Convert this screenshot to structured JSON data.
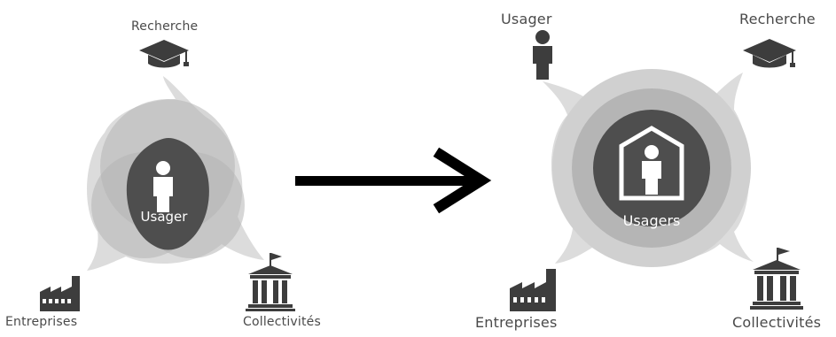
{
  "left_diagram": {
    "center_label": "Usager",
    "top_label": "Recherche",
    "bottom_left_label": "Entreprises",
    "bottom_right_label": "Collectivités"
  },
  "right_diagram": {
    "center_label": "Usagers",
    "top_left_label": "Usager",
    "top_right_label": "Recherche",
    "bottom_left_label": "Entreprises",
    "bottom_right_label": "Collectivités"
  },
  "icons": [
    "graduation-cap-icon",
    "person-icon",
    "factory-icon",
    "government-building-icon",
    "house-icon",
    "arrow-right-icon"
  ],
  "colors": {
    "outer_light": "#dcdcdc",
    "mid_gray": "#b5b5b5",
    "dark": "#4e4e4e",
    "icon": "#3d3d3d",
    "text": "#4a4a4a",
    "arrow": "#000000"
  }
}
